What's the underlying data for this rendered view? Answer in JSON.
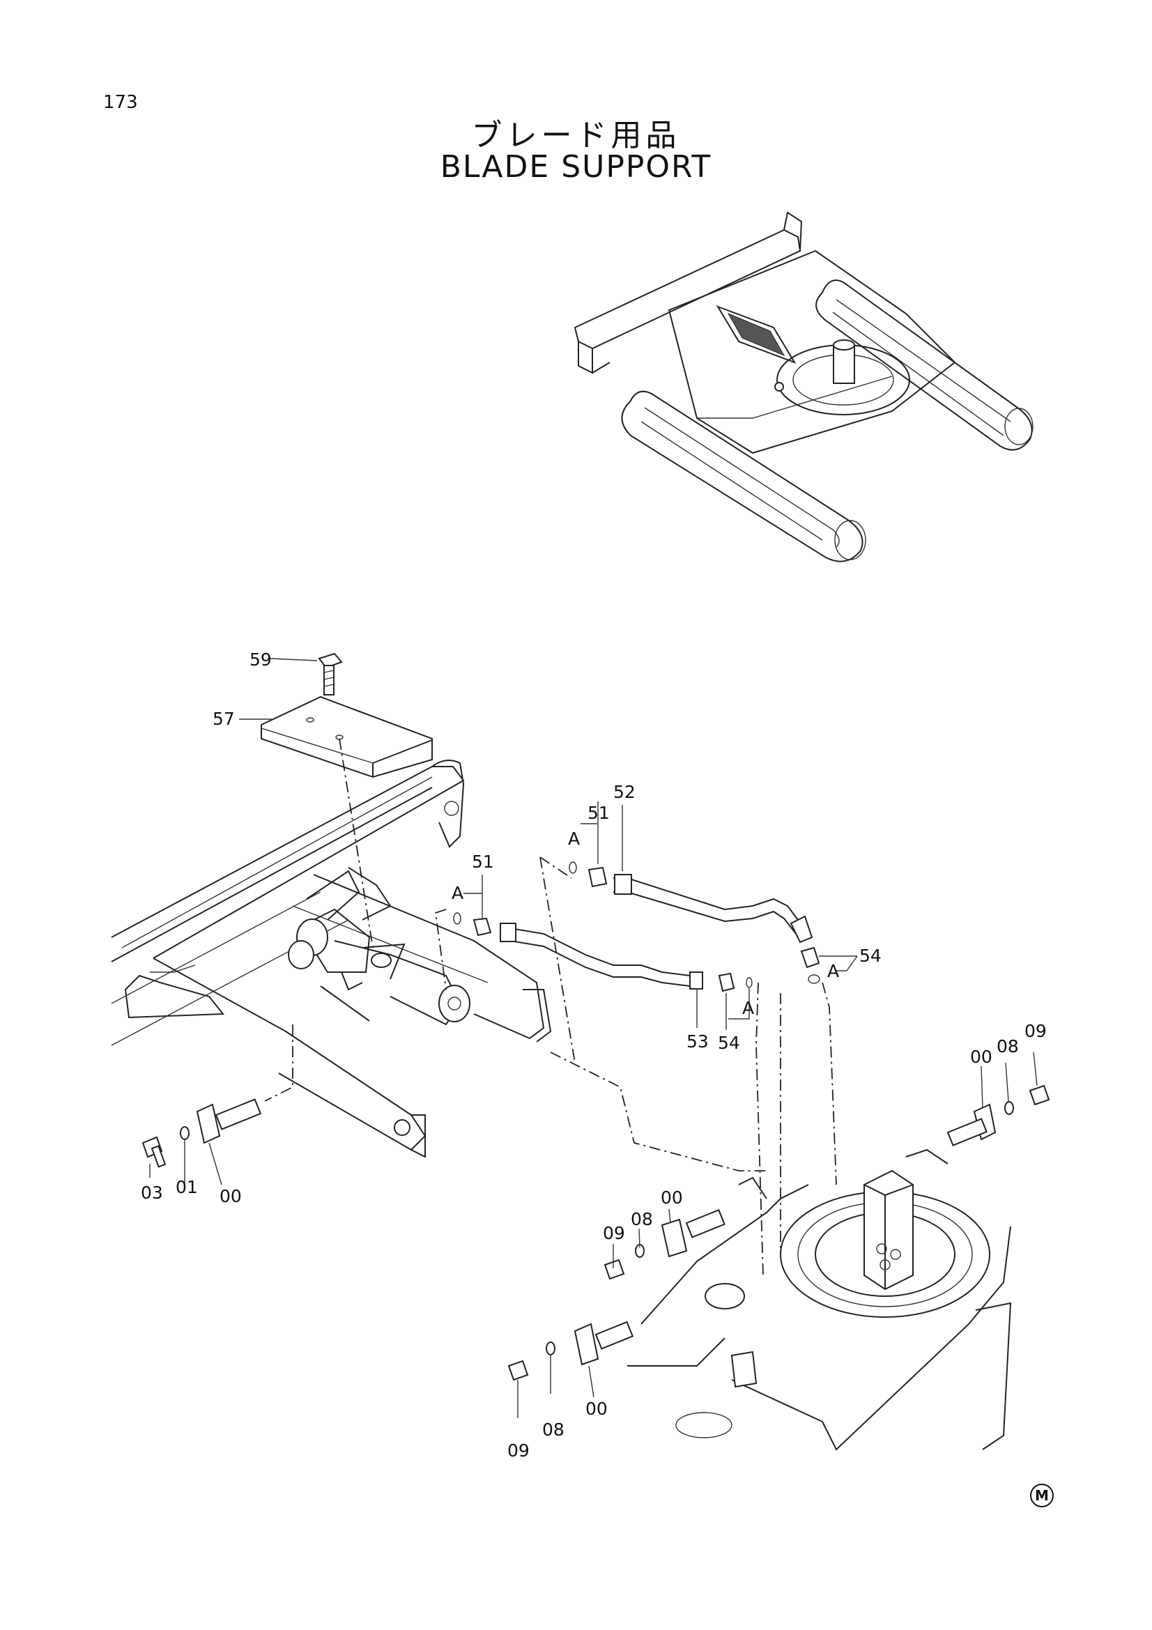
{
  "page_number": "173",
  "title_jp": "ブレード用品",
  "title_en": "BLADE SUPPORT",
  "corner_mark": "M",
  "callouts": {
    "c59": "59",
    "c57": "57",
    "c51a": "51",
    "c52": "52",
    "c51b": "51",
    "cA1": "A",
    "cA2": "A",
    "cA3": "A",
    "cA4": "A",
    "c54a": "54",
    "c53": "53",
    "c54b": "54",
    "c00a": "00",
    "c08a": "08",
    "c09a": "09",
    "c03": "03",
    "c01": "01",
    "c00b": "00",
    "c09b": "09",
    "c08b": "08",
    "c00c": "00",
    "c09c": "09",
    "c08c": "08",
    "c00d": "00"
  }
}
